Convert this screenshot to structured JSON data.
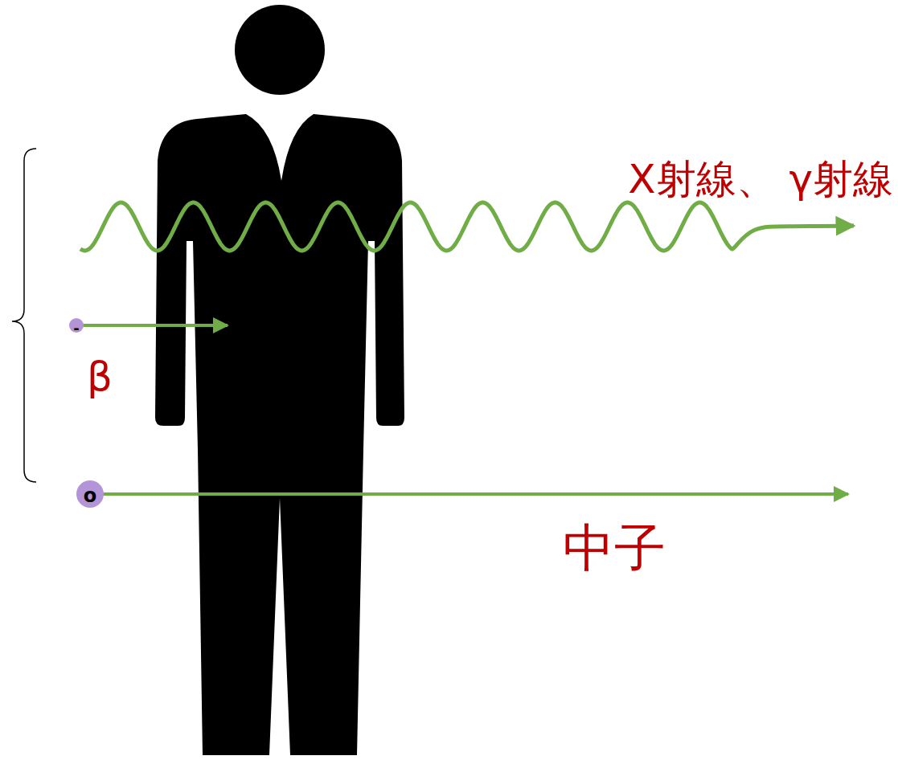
{
  "diagram": {
    "labels": [
      "X射線、 γ射線",
      "β",
      "中子",
      "-",
      "o"
    ]
  }
}
